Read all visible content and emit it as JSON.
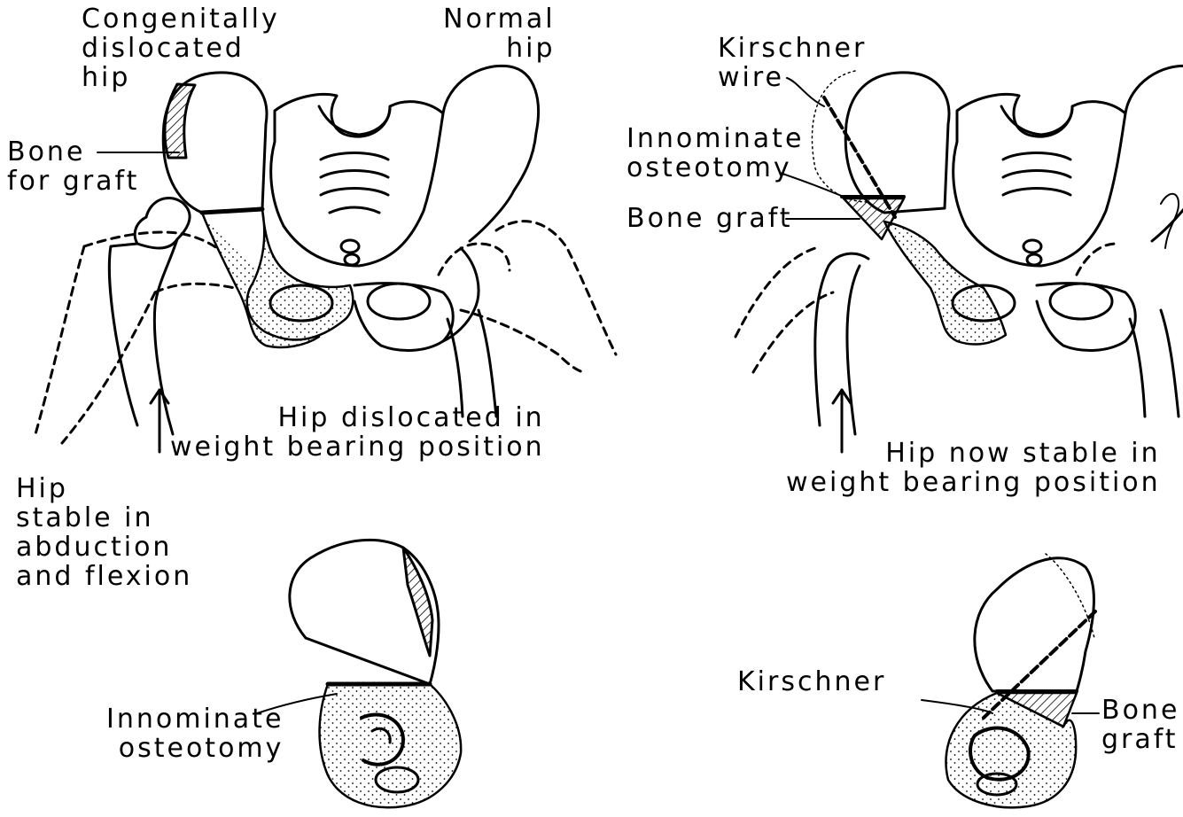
{
  "labels": {
    "congenitally_dislocated_hip": "Congenitally\ndislocated\nhip",
    "normal_hip": "Normal\nhip",
    "bone_for_graft": "Bone\nfor graft",
    "hip_dislocated": "Hip dislocated in\nweight bearing position",
    "hip_stable_abduction": "Hip\nstable in\nabduction\nand flexion",
    "innominate_osteotomy_bottom": "Innominate\nosteotomy",
    "kirschner_wire": "Kirschner\nwire",
    "innominate_osteotomy_right": "Innominate\nosteotomy",
    "bone_graft_right": "Bone graft",
    "hip_now_stable": "Hip now stable in\nweight bearing position",
    "kirschner_bottom": "Kirschner",
    "bone_graft_bottom": "Bone\ngraft"
  }
}
